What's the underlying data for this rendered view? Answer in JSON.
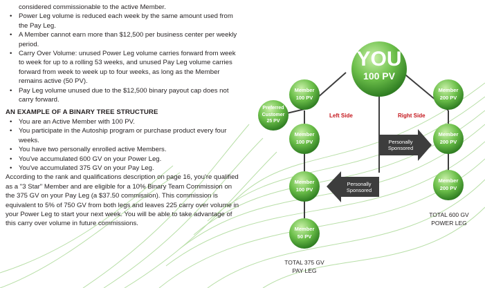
{
  "text": {
    "lines_top": [
      "considered commissionable to the active Member.",
      "Power Leg volume is reduced each week by the same amount used from the Pay Leg.",
      "A Member cannot earn more than $12,500 per business center per weekly period.",
      "Carry Over Volume: unused Power Leg volume carries forward from week to week for up to a rolling 53 weeks, and unused Pay Leg volume carries forward from week to week up to four weeks, as long as the Member remains active (50 PV).",
      "Pay Leg volume unused due to the $12,500 binary payout cap does not carry forward."
    ],
    "heading": "AN EXAMPLE OF A BINARY TREE STRUCTURE",
    "bullets": [
      "You are an Active Member with 100 PV.",
      "You participate in the Autoship program or purchase product every four weeks.",
      "You have two personally enrolled active Members.",
      "You've accumulated 600 GV on your Power Leg.",
      "You've accumulated 375 GV on your Pay Leg."
    ],
    "paragraph": "According to the rank and qualifications description on page 16, you're qualified as a \"3 Star\" Member and are eligible for a 10% Binary Team Commission on the 375 GV on your Pay Leg (a $37.50 commission). This commission is equivalent to 5% of 750 GV from both legs and leaves 225 carry over volume in your Power Leg to start your next week. You will be able to take advantage of this carry over volume in future commissions."
  },
  "tree": {
    "you": {
      "title": "YOU",
      "pv": "100 PV"
    },
    "left_side": "Left Side",
    "right_side": "Right Side",
    "preferred": {
      "line1": "Preferred",
      "line2": "Customer",
      "pv": "25 PV"
    },
    "left_nodes": [
      {
        "title": "Member",
        "pv": "100 PV"
      },
      {
        "title": "Member",
        "pv": "100 PV"
      },
      {
        "title": "Member",
        "pv": "100 PV"
      },
      {
        "title": "Member",
        "pv": "50 PV"
      }
    ],
    "right_nodes": [
      {
        "title": "Member",
        "pv": "200 PV"
      },
      {
        "title": "Member",
        "pv": "200 PV"
      },
      {
        "title": "Member",
        "pv": "200 PV"
      }
    ],
    "arrow_right": {
      "line1": "Personally",
      "line2": "Sponsored"
    },
    "arrow_left": {
      "line1": "Personally",
      "line2": "Sponsored"
    },
    "total_pay": {
      "line1": "TOTAL 375 GV",
      "line2": "PAY LEG"
    },
    "total_power": {
      "line1": "TOTAL 600 GV",
      "line2": "POWER LEG"
    }
  },
  "colors": {
    "green_light": "#9cd67a",
    "green_dark": "#3f8f2f",
    "red": "#c4161c",
    "arrow": "#3d3d3d"
  }
}
